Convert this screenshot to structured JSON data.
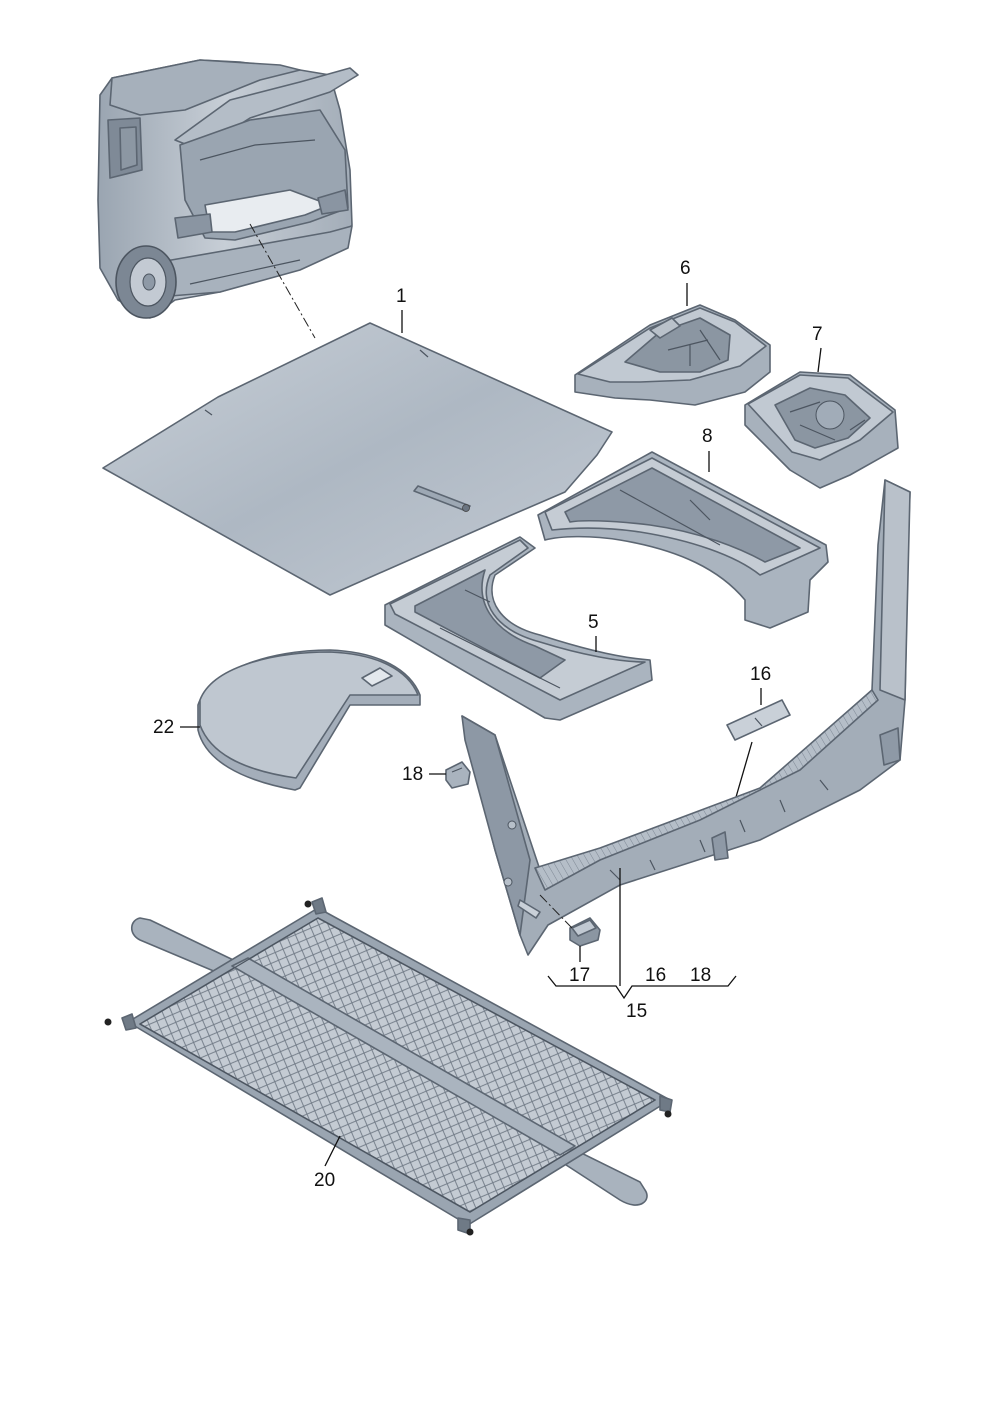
{
  "diagram": {
    "callouts": {
      "c1": "1",
      "c5": "5",
      "c6": "6",
      "c7": "7",
      "c8": "8",
      "c15": "15",
      "c16a": "16",
      "c16b": "16",
      "c17": "17",
      "c18a": "18",
      "c18b": "18",
      "c20": "20",
      "c22": "22"
    },
    "colors": {
      "part_fill": "#b7c0cb",
      "part_dark": "#8e99a6",
      "part_light": "#d3d9e0",
      "outline": "#5c6672",
      "label": "#111111"
    }
  }
}
